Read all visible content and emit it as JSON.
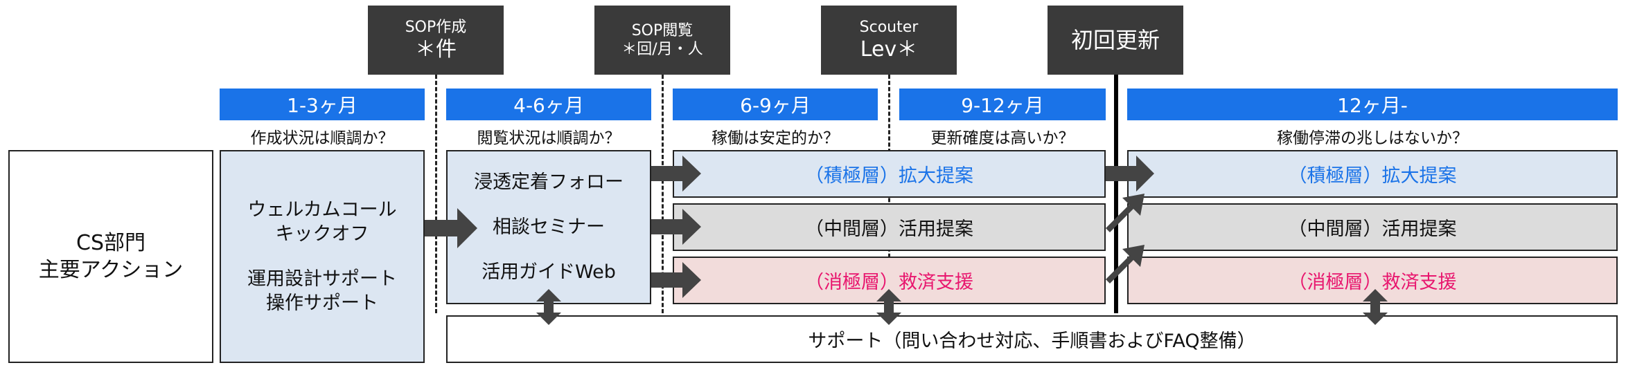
{
  "kpis": [
    {
      "top": "SOP作成",
      "bottom": "＊件"
    },
    {
      "top": "SOP閲覧",
      "bottom": "＊回/月・人"
    },
    {
      "top": "Scouter",
      "bottom": "Lev＊"
    },
    {
      "top": "",
      "bottom": "初回更新"
    }
  ],
  "phases": [
    "1-3ヶ月",
    "4-6ヶ月",
    "6-9ヶ月",
    "9-12ヶ月",
    "12ヶ月-"
  ],
  "questions": [
    "作成状況は順調か？",
    "閲覧状況は順調か？",
    "稼働は安定的か？",
    "更新確度は高いか？",
    "稼働停滞の兆しはないか？"
  ],
  "left_label": {
    "line1": "CS部門",
    "line2": "主要アクション"
  },
  "phase1_box": {
    "line1": "ウェルカムコール",
    "line2": "キックオフ",
    "line3": "運用設計サポート",
    "line4": "操作サポート"
  },
  "phase2_box": {
    "item1": "浸透定着フォロー",
    "item2": "相談セミナー",
    "item3": "活用ガイドWeb"
  },
  "bands": [
    {
      "label": "（積極層）拡大提案",
      "color": "#1a73e8"
    },
    {
      "label": "（中間層）活用提案",
      "color": "#111111"
    },
    {
      "label": "（消極層）救済支援",
      "color": "#e8166e"
    }
  ],
  "bands_after": [
    {
      "label": "（積極層）拡大提案"
    },
    {
      "label": "（中間層）活用提案"
    },
    {
      "label": "（消極層）救済支援"
    }
  ],
  "support": "サポート（問い合わせ対応、手順書およびFAQ整備）"
}
